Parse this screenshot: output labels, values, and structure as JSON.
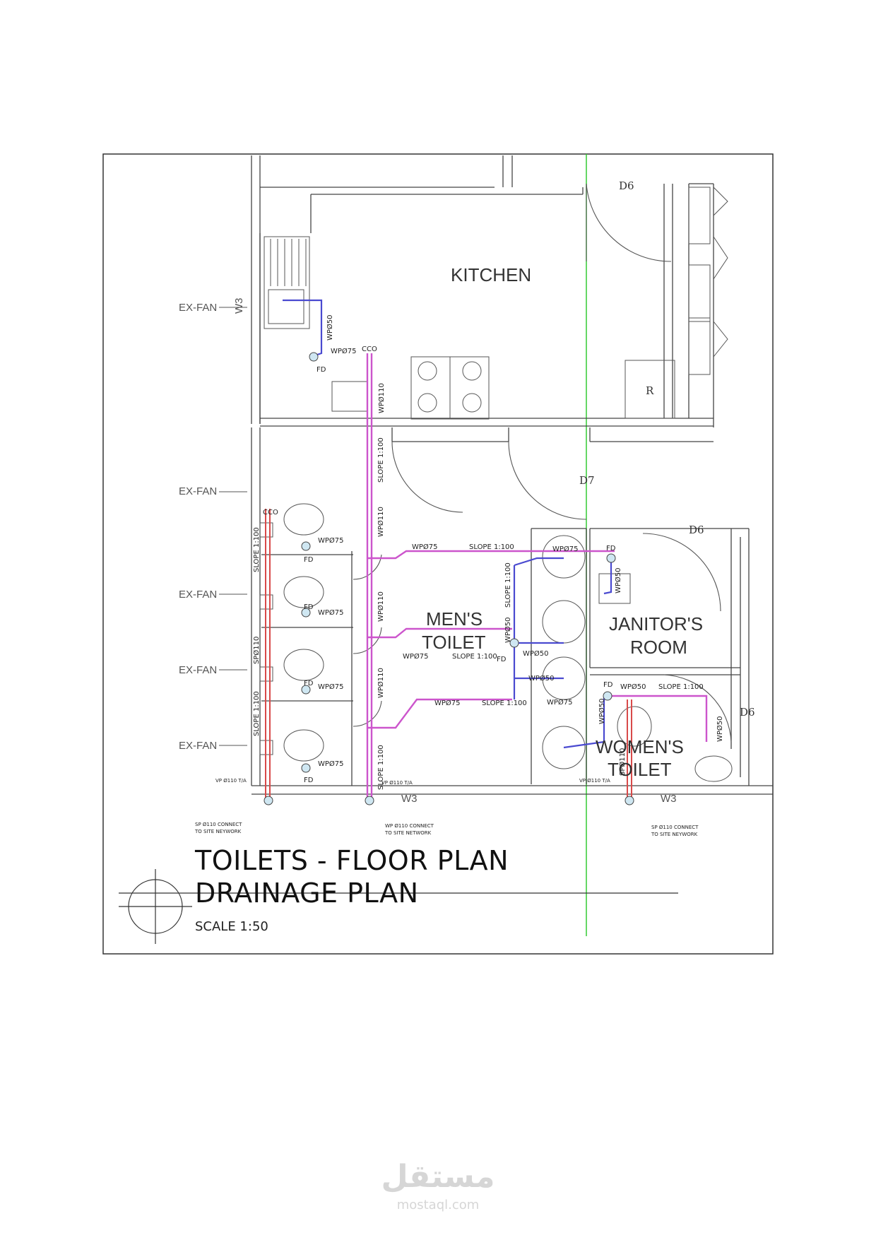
{
  "rooms": {
    "kitchen": "KITCHEN",
    "mens_line1": "MEN'S",
    "mens_line2": "TOILET",
    "janitor_line1": "JANITOR'S",
    "janitor_line2": "ROOM",
    "womens_line1": "WOMEN'S",
    "womens_line2": "TOILET"
  },
  "doors": {
    "d6": "D6",
    "d7": "D7"
  },
  "side_labels": {
    "ex_fan": "EX-FAN",
    "w3": "W3"
  },
  "tags": {
    "wp50": "WPØ50",
    "wp75": "WPØ75",
    "wp110": "WPØ110",
    "sp110": "SPØ110",
    "cco": "CCO",
    "fd": "FD",
    "slope": "SLOPE 1:100",
    "refrigerator": "R"
  },
  "notes": {
    "vp_top": "VP Ø110 T/A",
    "sp_connect_1": "SP Ø110 CONNECT",
    "sp_connect_2": "TO SITE NEYWORK",
    "wp_connect_1": "WP Ø110 CONNECT",
    "wp_connect_2": "TO SITE NETWORK"
  },
  "title": {
    "line1": "TOILETS - FLOOR PLAN",
    "line2": "DRAINAGE PLAN",
    "scale": "SCALE 1:50"
  },
  "watermark": {
    "arabic": "مستقل",
    "site": "mostaql.com"
  },
  "colors": {
    "wall": "#444444",
    "waste_pipe": "#cc55cc",
    "soil_pipe": "#d84a4a",
    "branch_pipe": "#4a4ad0",
    "grid_line": "#33cc33"
  }
}
